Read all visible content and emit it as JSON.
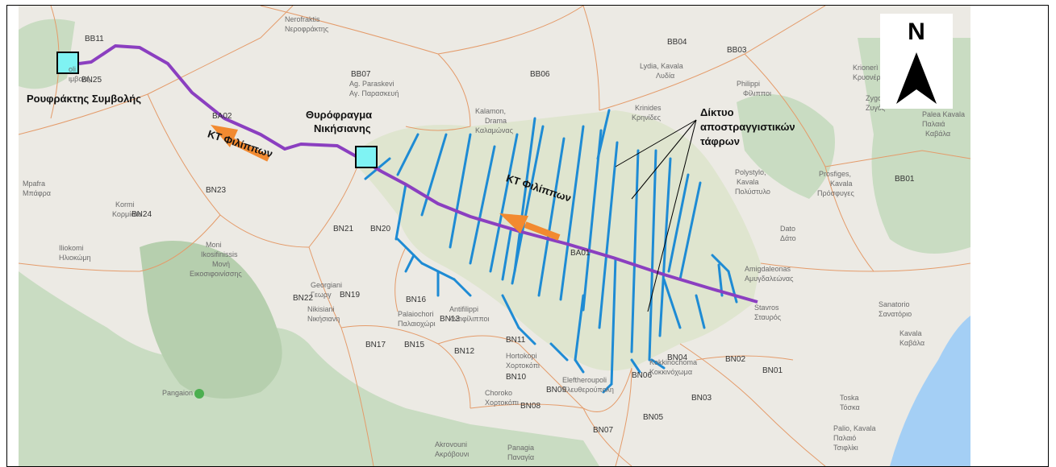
{
  "colors": {
    "land": "#eceae4",
    "forest": "#c9dcc2",
    "hill": "#b6cfae",
    "study_area": "#dfe5cf",
    "boundary": "#e49b6a",
    "canal": "#8b3fc0",
    "ditches": "#1e8bd4",
    "flow_arrow": "#f28a30",
    "station": "#7ff3f3",
    "sea": "#a4cff5",
    "map_text": "#6a6a6a"
  },
  "stations": {
    "pump": "Ρουφράκτης Συμβολής",
    "weir_line1": "Θυρόφραγμα",
    "weir_line2": "Νικήσιανης"
  },
  "flow_labels": {
    "west": "ΚΤ Φιλίππων",
    "east": "ΚΤ Φιλίππων"
  },
  "ditch_label": {
    "line1": "Δίκτυο",
    "line2": "αποστραγγιστικών",
    "line3": "τάφρων"
  },
  "north_arrow": {
    "letter": "N"
  },
  "zones": [
    "BB11",
    "BN25",
    "BB07",
    "BB06",
    "BB04",
    "BB03",
    "BA02",
    "BB01",
    "BN23",
    "BN24",
    "BN21",
    "BN20",
    "BA01",
    "BN22",
    "BN19",
    "BN16",
    "BN13",
    "BN17",
    "BN15",
    "BN12",
    "BN11",
    "BN10",
    "BN09",
    "BN08",
    "BN07",
    "BN06",
    "BN05",
    "BN04",
    "BN03",
    "BN02",
    "BN01"
  ],
  "places": [
    "Nerofraktis",
    "Νεροφράκτης",
    "oli",
    "ιμβολή",
    "Ag. Paraskevi",
    "Αγ. Παρασκευή",
    "Lydia, Kavala",
    "Λυδία",
    "Philippi",
    "Φίλιπποι",
    "Krionerì",
    "Κρυονέρι",
    "Zygos",
    "Ζυγός",
    "Palea Kavala",
    "Παλαιά",
    "Καβάλα",
    "Krinides",
    "Κρηνίδες",
    "Kalamon,",
    "Drama",
    "Καλαμώνας",
    "Mpafra",
    "Μπάφρα",
    "Kormi",
    "Κορμίστα",
    "Iliokomi",
    "Ηλιοκώμη",
    "Polystylo,",
    "Kavala",
    "Πολύστυλο",
    "Prosfiges,",
    "Kavala",
    "Πρόσφυγες",
    "Dato",
    "Δάτο",
    "Moni",
    "Ikosifinissis",
    "Μονή",
    "Εικοσιφοινίσσης",
    "Georgiani",
    "Γεωργ",
    "Nikisiani",
    "Νικήσιανη",
    "Amigdaleonas",
    "Αμυγδαλεώνας",
    "Stavros",
    "Σταυρός",
    "Sanatorio",
    "Σανατόριο",
    "Kavala",
    "Καβάλα",
    "Palaiochori",
    "Παλαιοχώρι",
    "Antifilippi",
    "Αντιφίλιπποι",
    "Kokkinochoma",
    "Κοκκινόχωμα",
    "Hortokopi",
    "Χορτοκόπι",
    "Pangaion",
    "Eleftheroupoli",
    "Ελευθερούπολη",
    "Toska",
    "Τόσκα",
    "Palio, Kavala",
    "Παλαιό",
    "Τσιφλίκι",
    "Akrovouni",
    "Ακρόβουνι",
    "Panagia",
    "Παναγία",
    "Choroko",
    "Χορτοκόπι"
  ]
}
